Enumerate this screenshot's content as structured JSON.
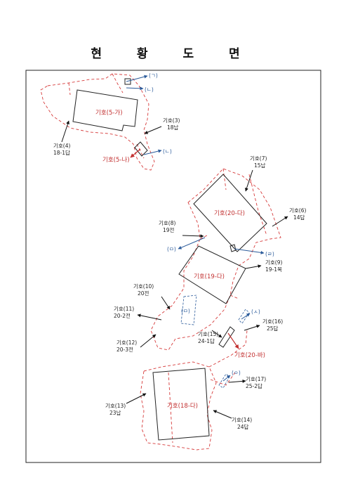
{
  "title": "현 황 도 면",
  "colors": {
    "boundary": "#d63a3a",
    "building": "#222222",
    "arrow_black": "#111111",
    "arrow_blue": "#2a5a9a",
    "arrow_red": "#c23030",
    "label_red": "#c23030"
  },
  "plots": {
    "p5ga": "기호(5-가)",
    "p5na": "기호(5-나)",
    "p20da": "기호(20-다)",
    "p19da": "기호(19-다)",
    "p20ba": "기호(20-바)",
    "p18da": "기호(18-다)"
  },
  "markers": {
    "m1": "(ㄱ)",
    "m2": "(ㄴ)",
    "m3": "(ㄴ)",
    "m4": "(ㄹ)",
    "m5": "(ㅁ)",
    "m6": "(ㅁ)",
    "m7": "(ㅅ)",
    "m8": "(ㅇ)"
  },
  "labels": {
    "l3": {
      "name": "기호(3)",
      "value": "18납"
    },
    "l4": {
      "name": "기호(4)",
      "value": "18-1답"
    },
    "l7": {
      "name": "기호(7)",
      "value": "15납"
    },
    "l6": {
      "name": "기호(6)",
      "value": "14답"
    },
    "l8": {
      "name": "기호(8)",
      "value": "19전"
    },
    "l9": {
      "name": "기호(9)",
      "value": "19-1목"
    },
    "l10": {
      "name": "기호(10)",
      "value": "20전"
    },
    "l11": {
      "name": "기호(11)",
      "value": "20-2전"
    },
    "l12": {
      "name": "기호(12)",
      "value": "20-3전"
    },
    "l15": {
      "name": "기호(15)",
      "value": "24-1답"
    },
    "l16": {
      "name": "기호(16)",
      "value": "25답"
    },
    "l17": {
      "name": "기호(17)",
      "value": "25-2답"
    },
    "l13": {
      "name": "기호(13)",
      "value": "23납"
    },
    "l14": {
      "name": "기호(14)",
      "value": "24답"
    }
  }
}
